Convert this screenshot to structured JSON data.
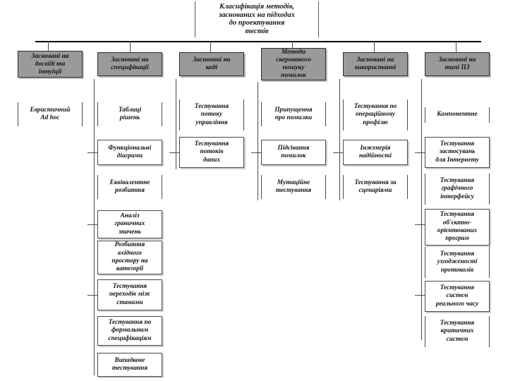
{
  "diagram": {
    "title": {
      "lines": [
        "Класифікація методів,",
        "заснованих на підходах",
        "до проектування",
        "тестів"
      ]
    },
    "columns": [
      {
        "header": [
          "Засновані на",
          "досвіді та",
          "інтуїції"
        ],
        "items": [
          {
            "lines": [
              "Евристичний",
              "Ad hoc"
            ]
          }
        ]
      },
      {
        "header": [
          "Засновані на",
          "специфікації"
        ],
        "items": [
          {
            "lines": [
              "Таблиці",
              "рішень"
            ]
          },
          {
            "lines": [
              "Функціональні",
              "діаграми"
            ]
          },
          {
            "lines": [
              "Еквівалентне",
              "розбиття"
            ]
          },
          {
            "lines": [
              "Аналіз",
              "граничних",
              "значень"
            ]
          },
          {
            "lines": [
              "Розбиття",
              "вхідного",
              "простору на",
              "категорії"
            ]
          },
          {
            "lines": [
              "Тестування",
              "переходів між",
              "станами"
            ]
          },
          {
            "lines": [
              "Тестування по",
              "формальним",
              "специфікаціям"
            ]
          },
          {
            "lines": [
              "Випадкове",
              "тестування"
            ]
          }
        ]
      },
      {
        "header": [
          "Засновані на",
          "коді"
        ],
        "items": [
          {
            "lines": [
              "Тестування",
              "потоку",
              "управління"
            ]
          },
          {
            "lines": [
              "Тестування",
              "потоків",
              "даних"
            ]
          }
        ]
      },
      {
        "header": [
          "Методи",
          "скерованого",
          "пошуку",
          "помилок"
        ],
        "items": [
          {
            "lines": [
              "Припущення",
              "про помилки"
            ]
          },
          {
            "lines": [
              "Підсівання",
              "помилок"
            ]
          },
          {
            "lines": [
              "Мутаційне",
              "тестування"
            ]
          }
        ]
      },
      {
        "header": [
          "Засновані на",
          "використанні"
        ],
        "items": [
          {
            "lines": [
              "Тестування по",
              "операційному",
              "профілю"
            ]
          },
          {
            "lines": [
              "Інженерія",
              "надійності"
            ]
          },
          {
            "lines": [
              "Тестування за",
              "сценаріями"
            ]
          }
        ]
      },
      {
        "header": [
          "Засновані на",
          "типі ПЗ"
        ],
        "items": [
          {
            "lines": [
              "Компонентне"
            ]
          },
          {
            "lines": [
              "Тестування",
              "застосувань",
              "для Інтернету"
            ]
          },
          {
            "lines": [
              "Тестування",
              "графічного",
              "інтерфейсу"
            ]
          },
          {
            "lines": [
              "Тестування",
              "об'єктно-",
              "орієнтованих",
              "програм"
            ]
          },
          {
            "lines": [
              "Тестування",
              "узгодженості",
              "протоколів"
            ]
          },
          {
            "lines": [
              "Тестування",
              "систем",
              "реального часу"
            ]
          },
          {
            "lines": [
              "Тестування",
              "критичних",
              "систем"
            ]
          }
        ]
      }
    ],
    "colors": {
      "header_fill": "#9a9a9a",
      "line": "#4a4a4a",
      "bus": "#000000",
      "text": "#111111",
      "background": "#ffffff"
    }
  }
}
